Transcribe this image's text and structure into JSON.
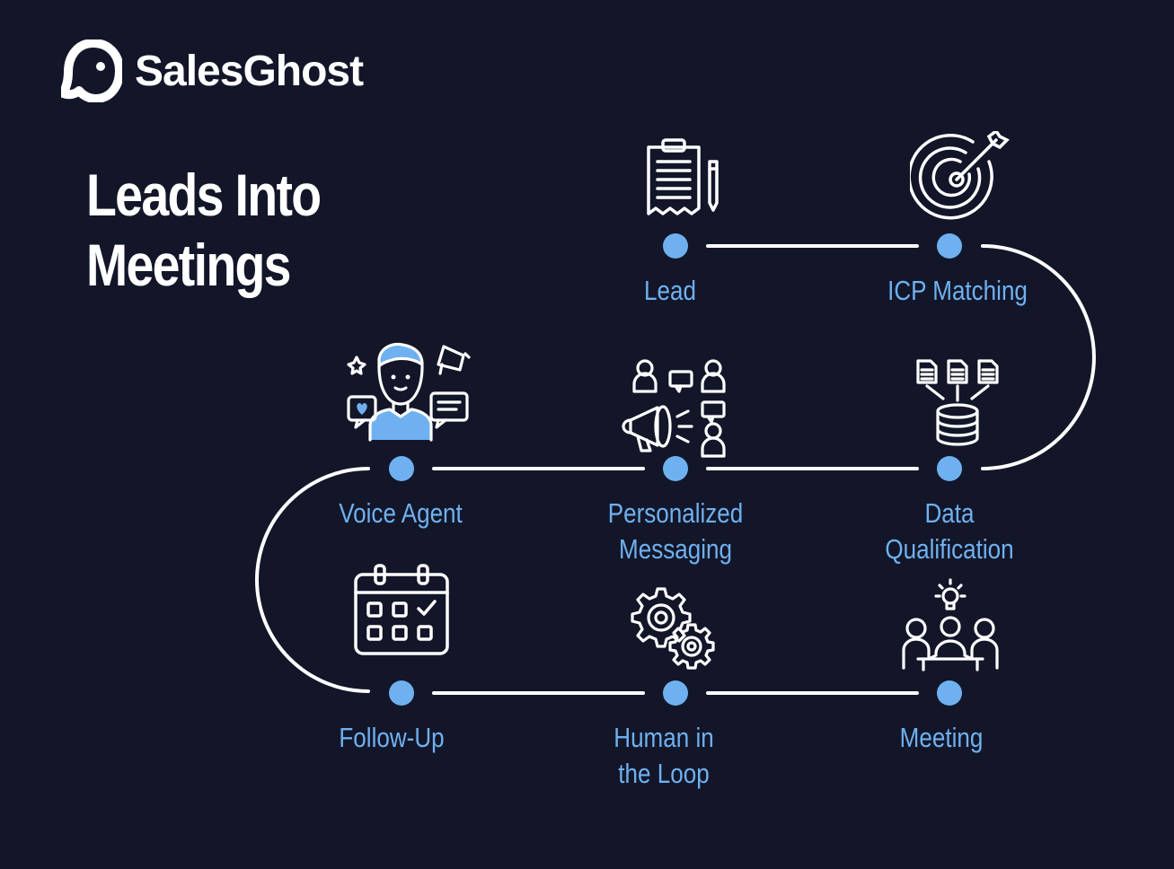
{
  "brand": {
    "name": "SalesGhost",
    "logo_icon": "ghost-logo-icon"
  },
  "title": {
    "line1": "Leads Into",
    "line2": "Meetings"
  },
  "colors": {
    "background": "#131629",
    "accent": "#6fb1f0",
    "line": "#ffffff"
  },
  "steps": [
    {
      "id": "lead",
      "lines": [
        "Lead"
      ],
      "icon": "clipboard-icon"
    },
    {
      "id": "icp-matching",
      "lines": [
        "ICP Matching"
      ],
      "icon": "target-icon"
    },
    {
      "id": "data-qualification",
      "lines": [
        "Data",
        "Qualification"
      ],
      "icon": "database-icon"
    },
    {
      "id": "personalized-messaging",
      "lines": [
        "Personalized",
        "Messaging"
      ],
      "icon": "megaphone-icon"
    },
    {
      "id": "voice-agent",
      "lines": [
        "Voice Agent"
      ],
      "icon": "agent-icon"
    },
    {
      "id": "follow-up",
      "lines": [
        "Follow-Up"
      ],
      "icon": "calendar-icon"
    },
    {
      "id": "human-in-the-loop",
      "lines": [
        "Human in",
        "the Loop"
      ],
      "icon": "gears-icon"
    },
    {
      "id": "meeting",
      "lines": [
        "Meeting"
      ],
      "icon": "meeting-icon"
    }
  ]
}
